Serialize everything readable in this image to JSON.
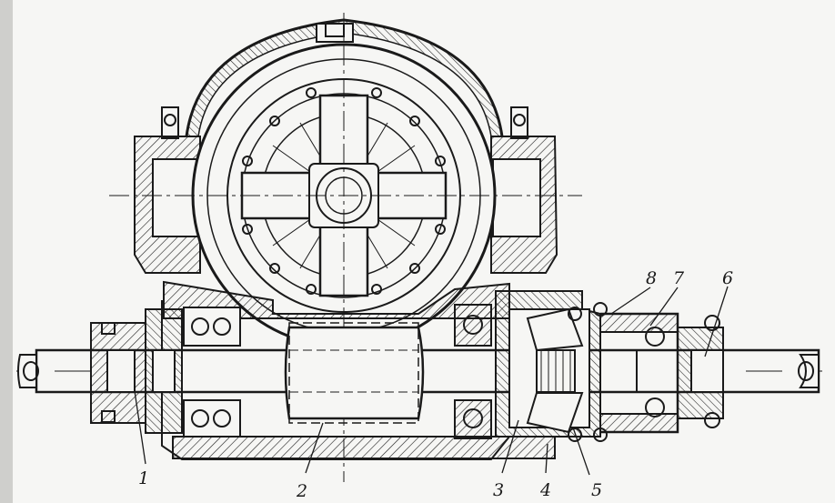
{
  "diagram": {
    "callouts": [
      {
        "label": "1"
      },
      {
        "label": "2"
      },
      {
        "label": "3"
      },
      {
        "label": "4"
      },
      {
        "label": "5"
      },
      {
        "label": "6"
      },
      {
        "label": "7"
      },
      {
        "label": "8"
      }
    ]
  },
  "colors": {
    "ink": "#1a1a1a",
    "paper": "#f6f6f4"
  }
}
